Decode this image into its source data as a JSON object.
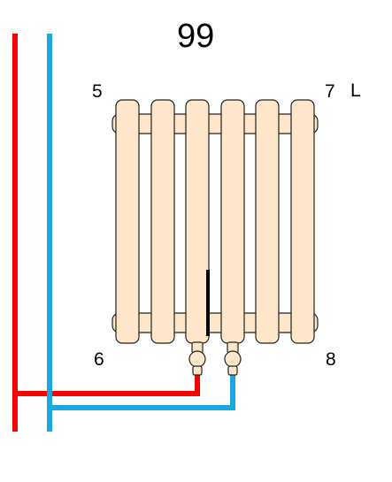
{
  "title": "99",
  "corners": {
    "top_left": "5",
    "top_right": "7",
    "side": "L",
    "bottom_left": "6",
    "bottom_right": "8"
  },
  "radiator": {
    "columns": 6,
    "body_color": "#fde6c9",
    "outline_color": "#222222",
    "thermostat_color": "#000000"
  },
  "pipes": {
    "supply_color": "#ff0000",
    "return_color": "#19a8e0"
  }
}
